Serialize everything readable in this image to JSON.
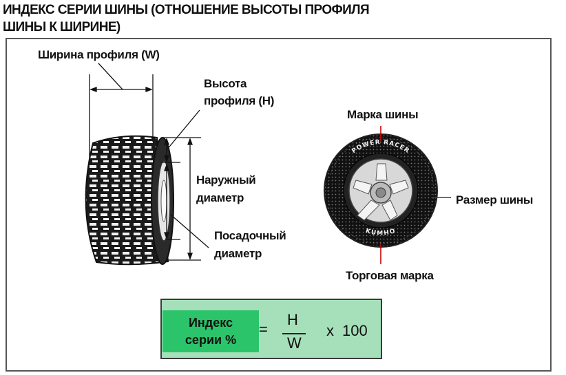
{
  "title": {
    "line1": "ИНДЕКС СЕРИИ ШИНЫ (ОТНОШЕНИЕ ВЫСОТЫ ПРОФИЛЯ",
    "line2": "ШИНЫ К ШИРИНЕ)"
  },
  "labels": {
    "width": "Ширина профиля (W)",
    "height_l1": "Высота",
    "height_l2": "профиля (H)",
    "outer_l1": "Наружный",
    "outer_l2": "диаметр",
    "rim_l1": "Посадочный",
    "rim_l2": "диаметр",
    "brand": "Марка шины",
    "size": "Размер шины",
    "trademark": "Торговая марка"
  },
  "tire_text": {
    "top": "POWER RACER",
    "bottom": "KUMHO"
  },
  "formula": {
    "index_l1": "Индекс",
    "index_l2": "серии %",
    "equals": "=",
    "numerator": "H",
    "denominator": "W",
    "times": "x",
    "multiplier": "100"
  },
  "colors": {
    "formula_bg": "#a6e0ba",
    "index_bg": "#2bc46a",
    "callout_line": "#cc0000"
  }
}
